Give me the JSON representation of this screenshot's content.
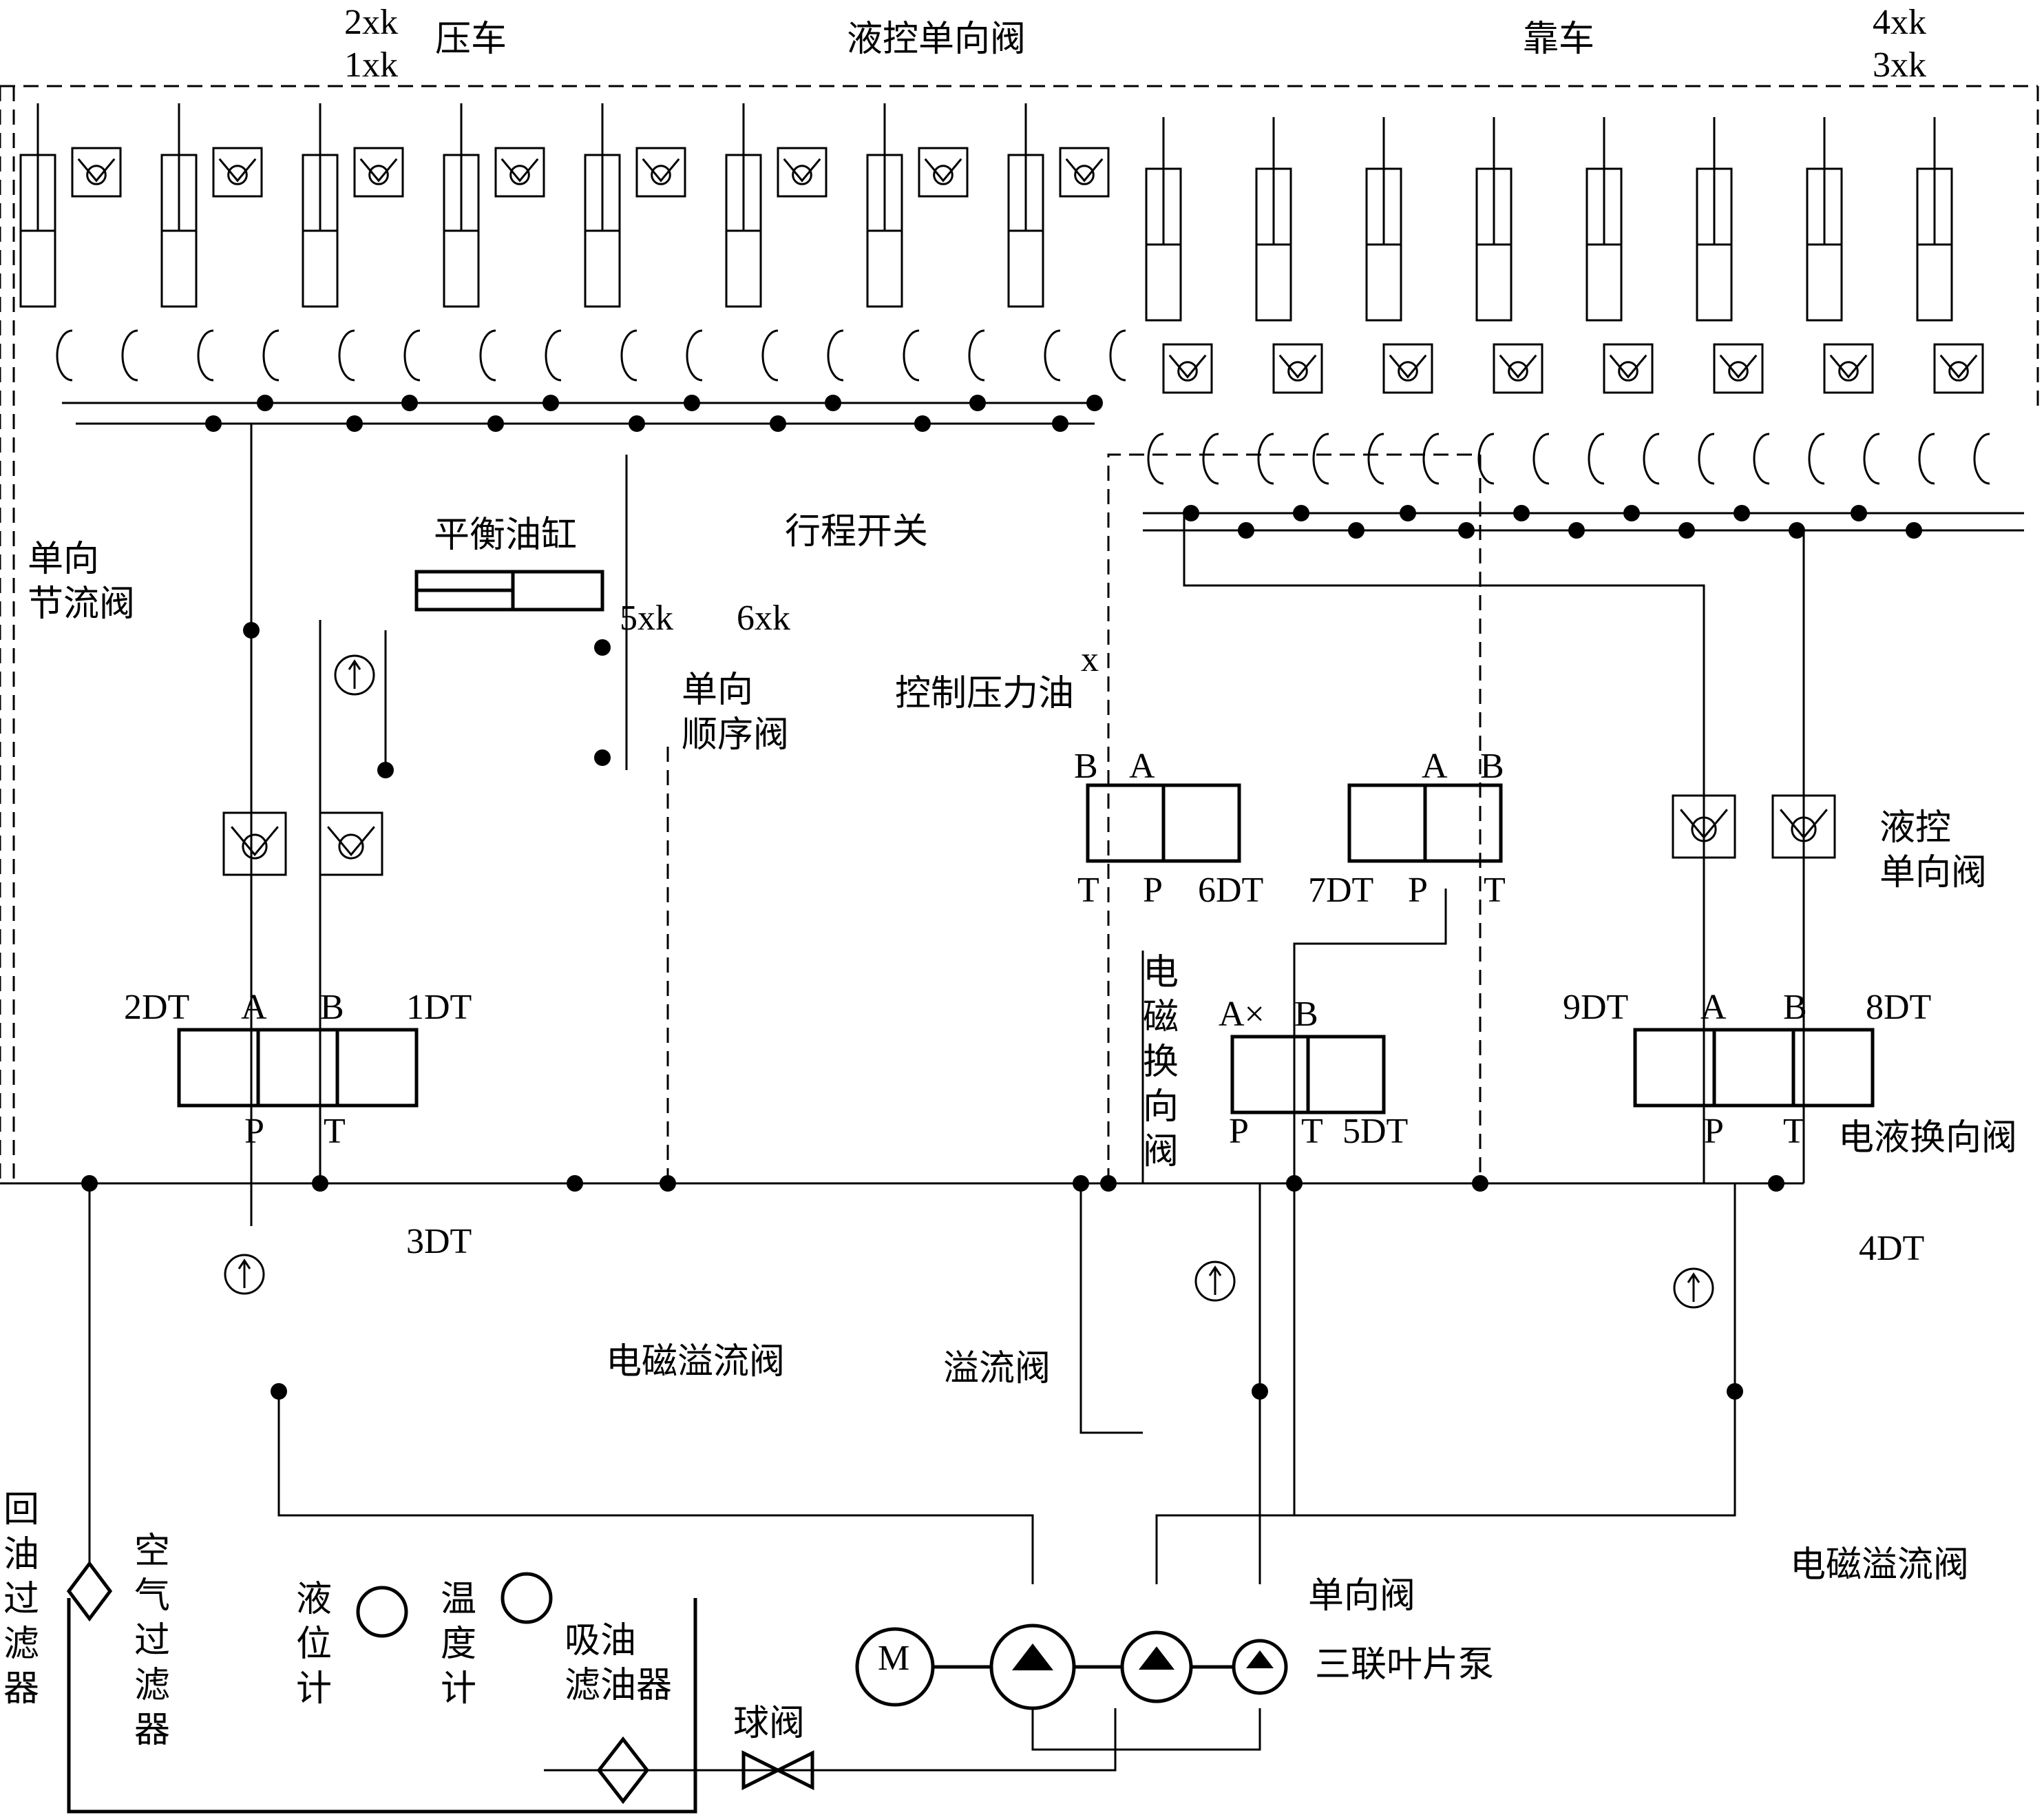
{
  "labels": {
    "press": "压车",
    "lean": "靠车",
    "pilot_check_top": "液控单向阀",
    "sw_2xk": "2xk",
    "sw_1xk": "1xk",
    "sw_4xk": "4xk",
    "sw_3xk": "3xk",
    "one_way_throttle": "单向\n节流阀",
    "balance_cyl": "平衡油缸",
    "travel_switch": "行程开关",
    "sw_5xk": "5xk",
    "sw_6xk": "6xk",
    "one_way_seq": "单向\n顺序阀",
    "pilot_pressure_oil": "控制压力油",
    "x_mark": "x",
    "pilot_check_right": "液控\n单向阀",
    "solenoid_dir_valve": "电\n磁\n换\n向\n阀",
    "elec_hyd_dir_valve": "电液换向阀",
    "solenoid_relief_left": "电磁溢流阀",
    "solenoid_relief_right": "电磁溢流阀",
    "relief_valve": "溢流阀",
    "check_valve": "单向阀",
    "triple_vane_pump": "三联叶片泵",
    "return_filter": "回\n油\n过\n滤\n器",
    "air_filter": "空\n气\n过\n滤\n器",
    "level_gauge": "液\n位\n计",
    "thermometer": "温\n度\n计",
    "suction_filter": "吸油\n滤油器",
    "ball_valve": "球阀",
    "dt1": "1DT",
    "dt2": "2DT",
    "dt3": "3DT",
    "dt4": "4DT",
    "dt5": "5DT",
    "dt6": "6DT",
    "dt7": "7DT",
    "dt8": "8DT",
    "dt9": "9DT",
    "port_A": "A",
    "port_B": "B",
    "port_P": "P",
    "port_T": "T",
    "port_Ax": "A×",
    "motor": "M"
  }
}
